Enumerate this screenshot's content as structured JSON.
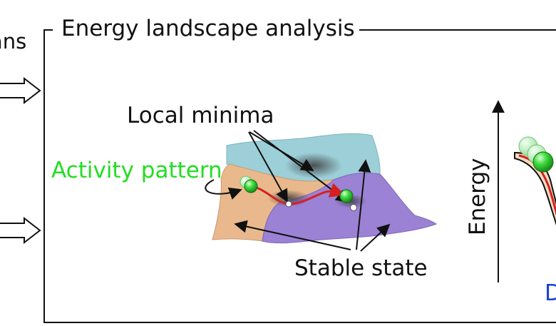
{
  "left_edge_label": "ans",
  "panel": {
    "title": "Energy landscape analysis"
  },
  "annotations": {
    "local_minima": "Local minima",
    "activity_pattern": "Activity pattern",
    "stable_state": "Stable state"
  },
  "energy_plot": {
    "y_axis_label": "Energy",
    "bottom_label_fragment": "D"
  },
  "colors": {
    "activity_green": "#22dd22",
    "ball_green": "#2ecc2e",
    "trajectory_red": "#d62020",
    "region_orange": "#e9b98d",
    "region_purple": "#9b82d4",
    "region_cyan": "#9ccfd8",
    "bottom_label_blue": "#1a3fd6"
  }
}
